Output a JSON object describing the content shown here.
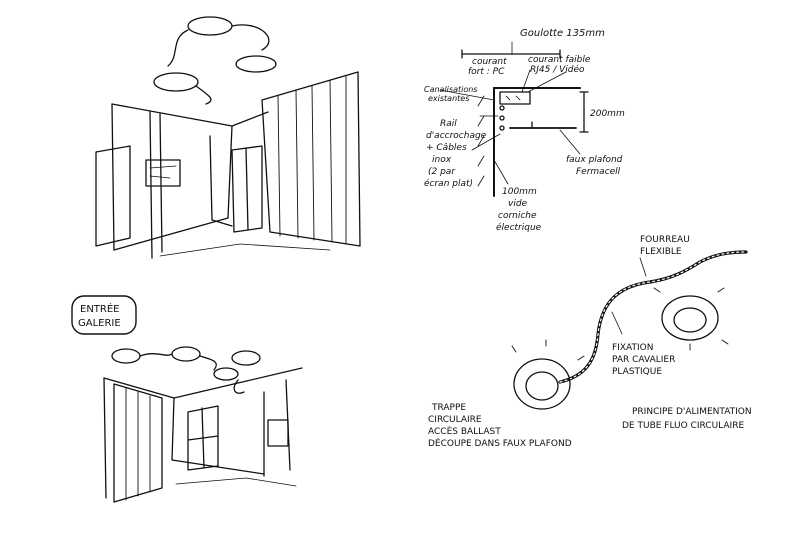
{
  "labels": {
    "goulotte": "Goulotte 135mm",
    "courant_fort_1": "courant",
    "courant_fort_2": "fort : PC",
    "courant_faible_1": "courant faible",
    "courant_faible_2": "RJ45 / Vidéo",
    "canalisations_1": "Canalisations",
    "canalisations_2": "existantes",
    "rail_1": "Rail",
    "rail_2": "d'accrochage",
    "rail_3": "+ Câbles",
    "rail_4": "inox",
    "rail_5": "(2 par",
    "rail_6": "écran plat)",
    "dim_200": "200mm",
    "faux_plafond_1": "faux plafond",
    "faux_plafond_2": "Fermacell",
    "vide_1": "100mm",
    "vide_2": "vide",
    "vide_3": "corniche",
    "vide_4": "électrique",
    "entree_1": "ENTRÉE",
    "entree_2": "GALERIE",
    "fourreau_1": "FOURREAU",
    "fourreau_2": "FLEXIBLE",
    "fixation_1": "FIXATION",
    "fixation_2": "PAR CAVALIER",
    "fixation_3": "PLASTIQUE",
    "trappe_1": "TRAPPE",
    "trappe_2": "CIRCULAIRE",
    "trappe_3": "ACCÈS BALLAST",
    "trappe_4": "DÉCOUPE DANS FAUX PLAFOND",
    "principe_1": "PRINCIPE D'ALIMENTATION",
    "principe_2": "DE TUBE FLUO CIRCULAIRE"
  }
}
